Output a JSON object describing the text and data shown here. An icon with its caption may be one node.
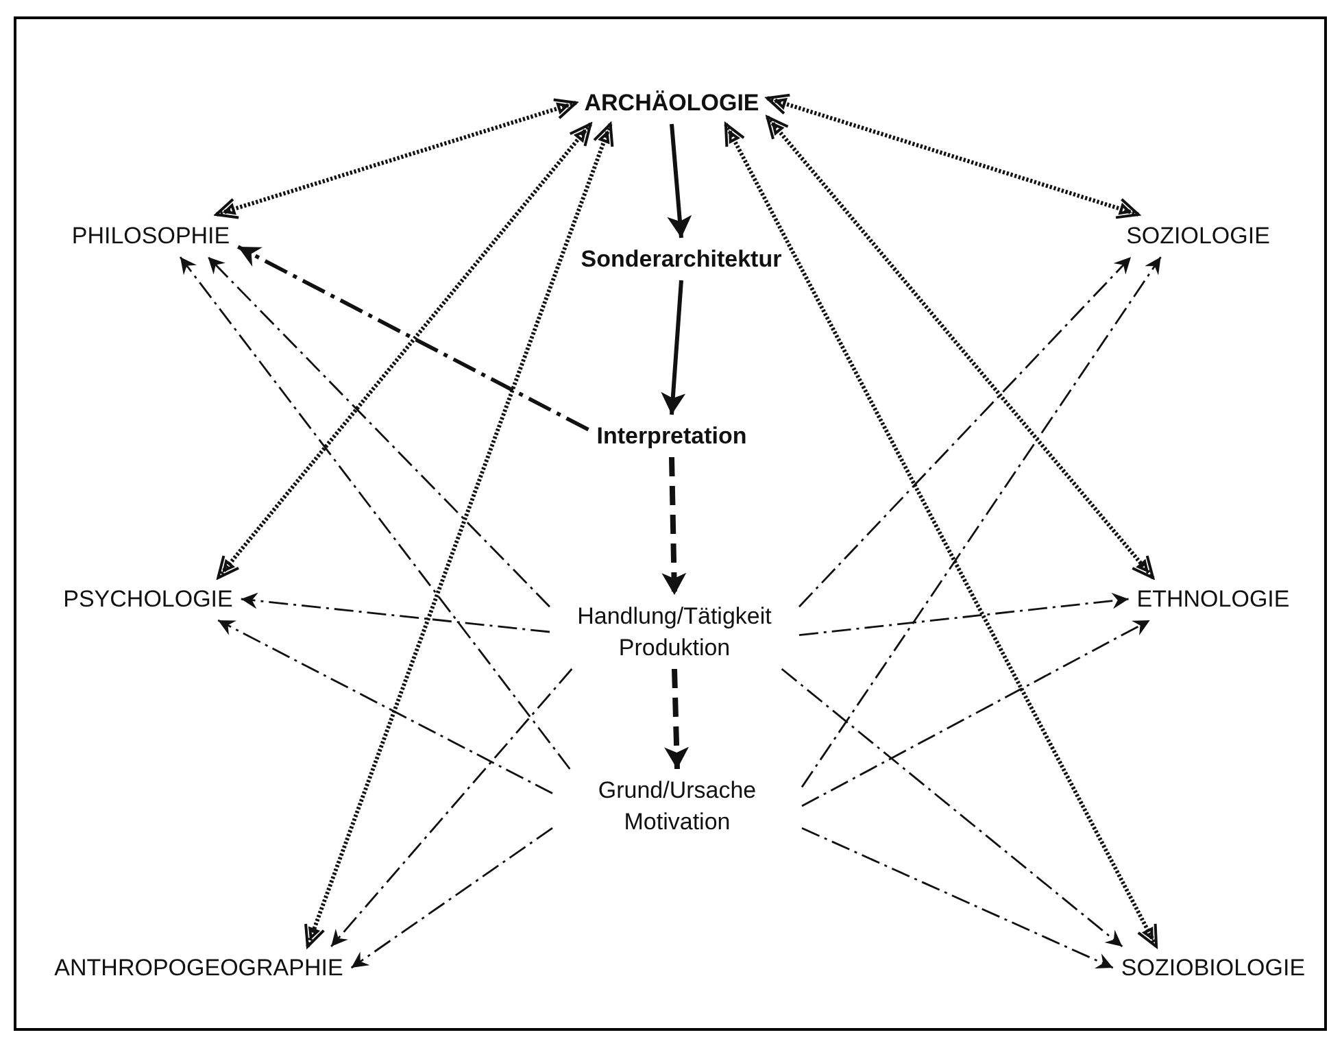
{
  "diagram": {
    "nodes": [
      {
        "text": [
          "ARCHÄOLOGIE"
        ]
      },
      {
        "text": [
          "PHILOSOPHIE"
        ]
      },
      {
        "text": [
          "SOZIOLOGIE"
        ]
      },
      {
        "text": [
          "Sonderarchitektur"
        ]
      },
      {
        "text": [
          "Interpretation"
        ]
      },
      {
        "text": [
          "PSYCHOLOGIE"
        ]
      },
      {
        "text": [
          "Handlung/Tätigkeit Produktion"
        ]
      },
      {
        "text": [
          "ETHNOLOGIE"
        ]
      },
      {
        "text": [
          "Grund/Ursache Motivation"
        ]
      },
      {
        "text": [
          "ANTHROPOGEOGRAPHIE"
        ]
      },
      {
        "text": [
          "SOZIOBIOLOGIE"
        ]
      }
    ],
    "edges": [
      {
        "from": 0,
        "to": 1,
        "arrow": "both",
        "style": "dashed"
      },
      {
        "from": 0,
        "to": 2,
        "arrow": "both",
        "style": "dashed"
      },
      {
        "from": 0,
        "to": 5,
        "arrow": "both",
        "style": "dashed"
      },
      {
        "from": 0,
        "to": 9,
        "arrow": "both",
        "style": "dashed"
      },
      {
        "from": 0,
        "to": 7,
        "arrow": "both",
        "style": "dashed"
      },
      {
        "from": 0,
        "to": 10,
        "arrow": "both",
        "style": "dashed"
      },
      {
        "from": 0,
        "to": 3,
        "arrow": "to",
        "style": "thick"
      },
      {
        "from": 3,
        "to": 4,
        "arrow": "to",
        "style": "thick"
      },
      {
        "from": 4,
        "to": 6,
        "arrow": "to",
        "style": "dashed"
      },
      {
        "from": 6,
        "to": 8,
        "arrow": "to",
        "style": "dashed"
      },
      {
        "from": 4,
        "to": 1,
        "arrow": "to",
        "style": "dashed"
      },
      {
        "from": 6,
        "to": 1,
        "arrow": "to",
        "style": "dashed"
      },
      {
        "from": 8,
        "to": 1,
        "arrow": "to",
        "style": "dashed"
      },
      {
        "from": 6,
        "to": 5,
        "arrow": "to",
        "style": "dashed"
      },
      {
        "from": 8,
        "to": 5,
        "arrow": "to",
        "style": "dashed"
      },
      {
        "from": 6,
        "to": 9,
        "arrow": "to",
        "style": "dashed"
      },
      {
        "from": 8,
        "to": 9,
        "arrow": "to",
        "style": "dashed"
      },
      {
        "from": 6,
        "to": 2,
        "arrow": "to",
        "style": "dashed"
      },
      {
        "from": 8,
        "to": 2,
        "arrow": "to",
        "style": "dashed"
      },
      {
        "from": 6,
        "to": 7,
        "arrow": "to",
        "style": "dashed"
      },
      {
        "from": 8,
        "to": 7,
        "arrow": "to",
        "style": "dashed"
      },
      {
        "from": 6,
        "to": 10,
        "arrow": "to",
        "style": "dashed"
      },
      {
        "from": 8,
        "to": 10,
        "arrow": "to",
        "style": "dashed"
      }
    ]
  }
}
